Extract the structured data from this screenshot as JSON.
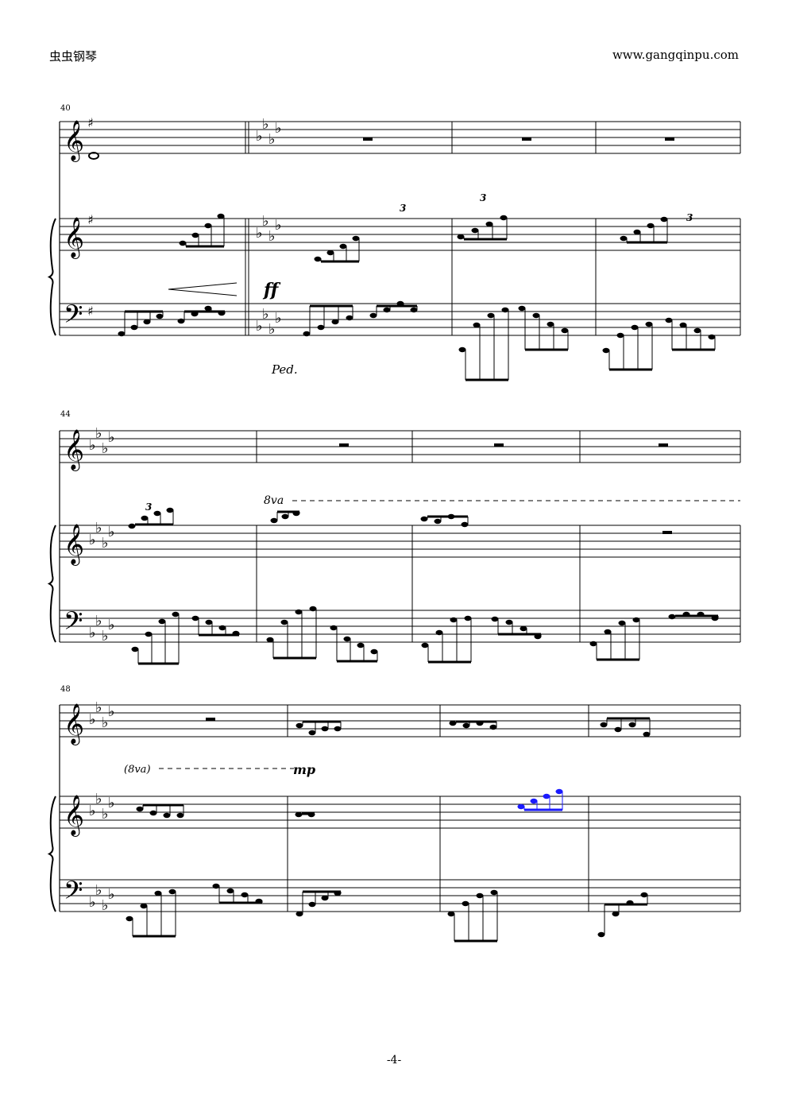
{
  "header": {
    "site_name": "虫虫钢琴",
    "site_url": "www.gangqinpu.com"
  },
  "footer": {
    "page_number": "-4-"
  },
  "systems": [
    {
      "first_measure": "40",
      "measures": 4
    },
    {
      "first_measure": "44",
      "measures": 4
    },
    {
      "first_measure": "48",
      "measures": 4
    }
  ],
  "markings": {
    "fortissimo": "ff",
    "pedal": "Ped.",
    "ottava": "8va",
    "ottava_continued": "(8va)",
    "mezzo_piano": "mp",
    "triplet": "3"
  },
  "colors": {
    "ink": "#000000",
    "highlight": "#1a1aff"
  }
}
